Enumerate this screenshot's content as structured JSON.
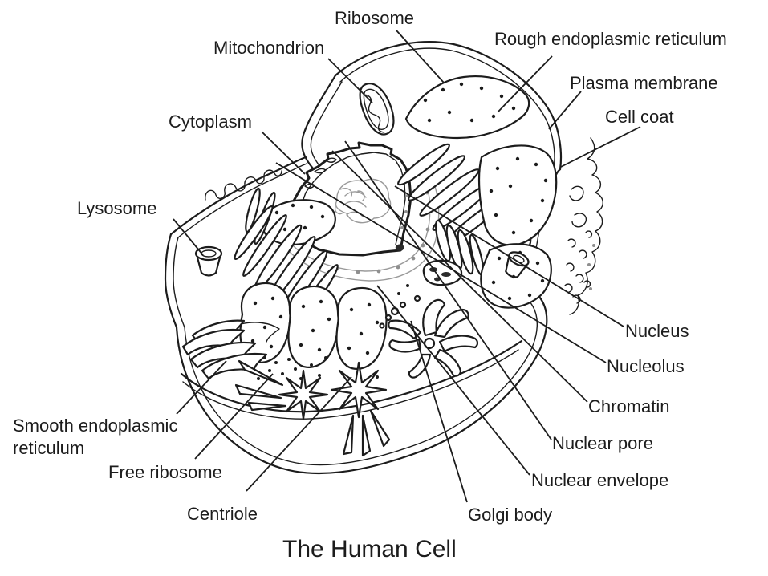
{
  "diagram_title": "The Human Cell",
  "labels": {
    "ribosome": "Ribosome",
    "mitochondrion": "Mitochondrion",
    "rough_er": "Rough endoplasmic reticulum",
    "plasma_membrane": "Plasma membrane",
    "cell_coat": "Cell coat",
    "cytoplasm": "Cytoplasm",
    "lysosome": "Lysosome",
    "nucleus": "Nucleus",
    "nucleolus": "Nucleolus",
    "chromatin": "Chromatin",
    "nuclear_pore": "Nuclear pore",
    "nuclear_envelope": "Nuclear envelope",
    "smooth_er": "Smooth endoplasmic reticulum",
    "free_ribosome": "Free ribosome",
    "centriole": "Centriole",
    "golgi_body": "Golgi body"
  },
  "colors": {
    "ink": "#1c1c1c",
    "soft_ink": "#909090",
    "background": "#ffffff"
  }
}
